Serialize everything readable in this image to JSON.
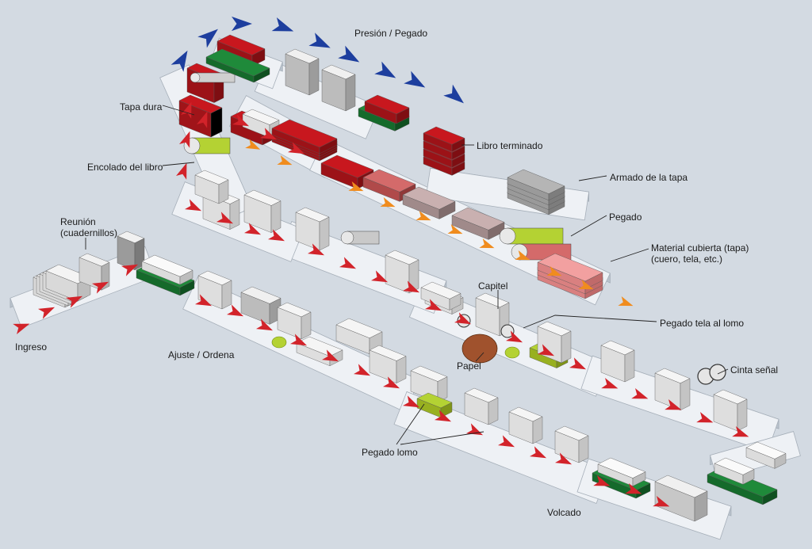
{
  "diagram": {
    "labels": {
      "presion_pegado": "Presión / Pegado",
      "tapa_dura": "Tapa dura",
      "libro_terminado": "Libro terminado",
      "encolado_del_libro": "Encolado del libro",
      "armado_de_la_tapa": "Armado de la tapa",
      "reunion_1": "Reunión",
      "reunion_2": "(cuadernillos)",
      "pegado": "Pegado",
      "material_cubierta_1": "Material cubierta (tapa)",
      "material_cubierta_2": "(cuero, tela, etc.)",
      "capitel": "Capitel",
      "pegado_tela_al_lomo": "Pegado tela al lomo",
      "ingreso": "Ingreso",
      "ajuste_ordena": "Ajuste / Ordena",
      "papel": "Papel",
      "cinta_senal": "Cinta señal",
      "pegado_lomo": "Pegado lomo",
      "volcado": "Volcado"
    },
    "colors": {
      "background": "#d3dae2",
      "conveyor": "#eef1f5",
      "arrow_red": "#d2232a",
      "arrow_orange": "#f08c1e",
      "arrow_blue": "#1d3e9e",
      "belt_green": "#1f8a3a",
      "book_red": "#c8171e",
      "cover_grey": "#b5b5b5",
      "lime": "#b4d233",
      "cover_material": "#f2a0a0",
      "paper_roll": "#a0522d"
    }
  }
}
